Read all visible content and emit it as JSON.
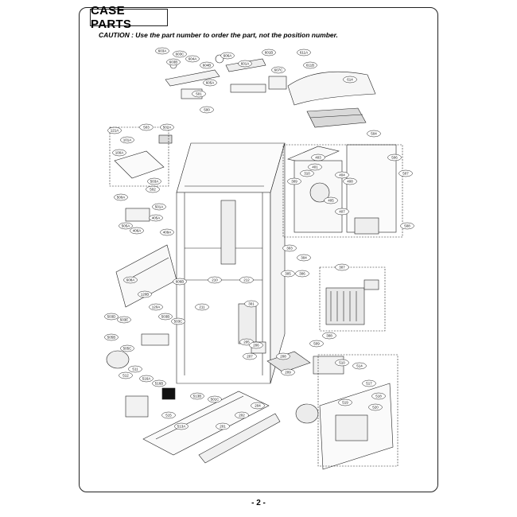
{
  "header": {
    "title": "CASE PARTS",
    "caution": "CAUTION : Use the part number to order the part, not the position number."
  },
  "footer": {
    "page_number": "- 2 -"
  },
  "diagram": {
    "callouts": [
      "603A",
      "603C",
      "603B",
      "604A",
      "604B",
      "605A",
      "606A",
      "601A",
      "601B",
      "607C",
      "611A",
      "611B",
      "614",
      "501",
      "500",
      "503",
      "121A",
      "502A",
      "101A",
      "100A",
      "500A",
      "502",
      "503A",
      "501A",
      "405A",
      "505A",
      "406A",
      "409A",
      "606B",
      "608A",
      "120B",
      "120A",
      "503B",
      "503C",
      "503D",
      "503E",
      "505B",
      "505C",
      "511",
      "512",
      "516A",
      "516B",
      "515",
      "513A",
      "513B",
      "501C",
      "201",
      "202",
      "204",
      "205",
      "206",
      "207",
      "208",
      "209",
      "210",
      "211",
      "212",
      "301",
      "303",
      "304",
      "305",
      "306",
      "307",
      "308",
      "309",
      "310",
      "401",
      "403",
      "404",
      "405",
      "407",
      "408",
      "504",
      "506",
      "507",
      "508",
      "509",
      "510",
      "514",
      "517",
      "518",
      "519",
      "520"
    ]
  }
}
